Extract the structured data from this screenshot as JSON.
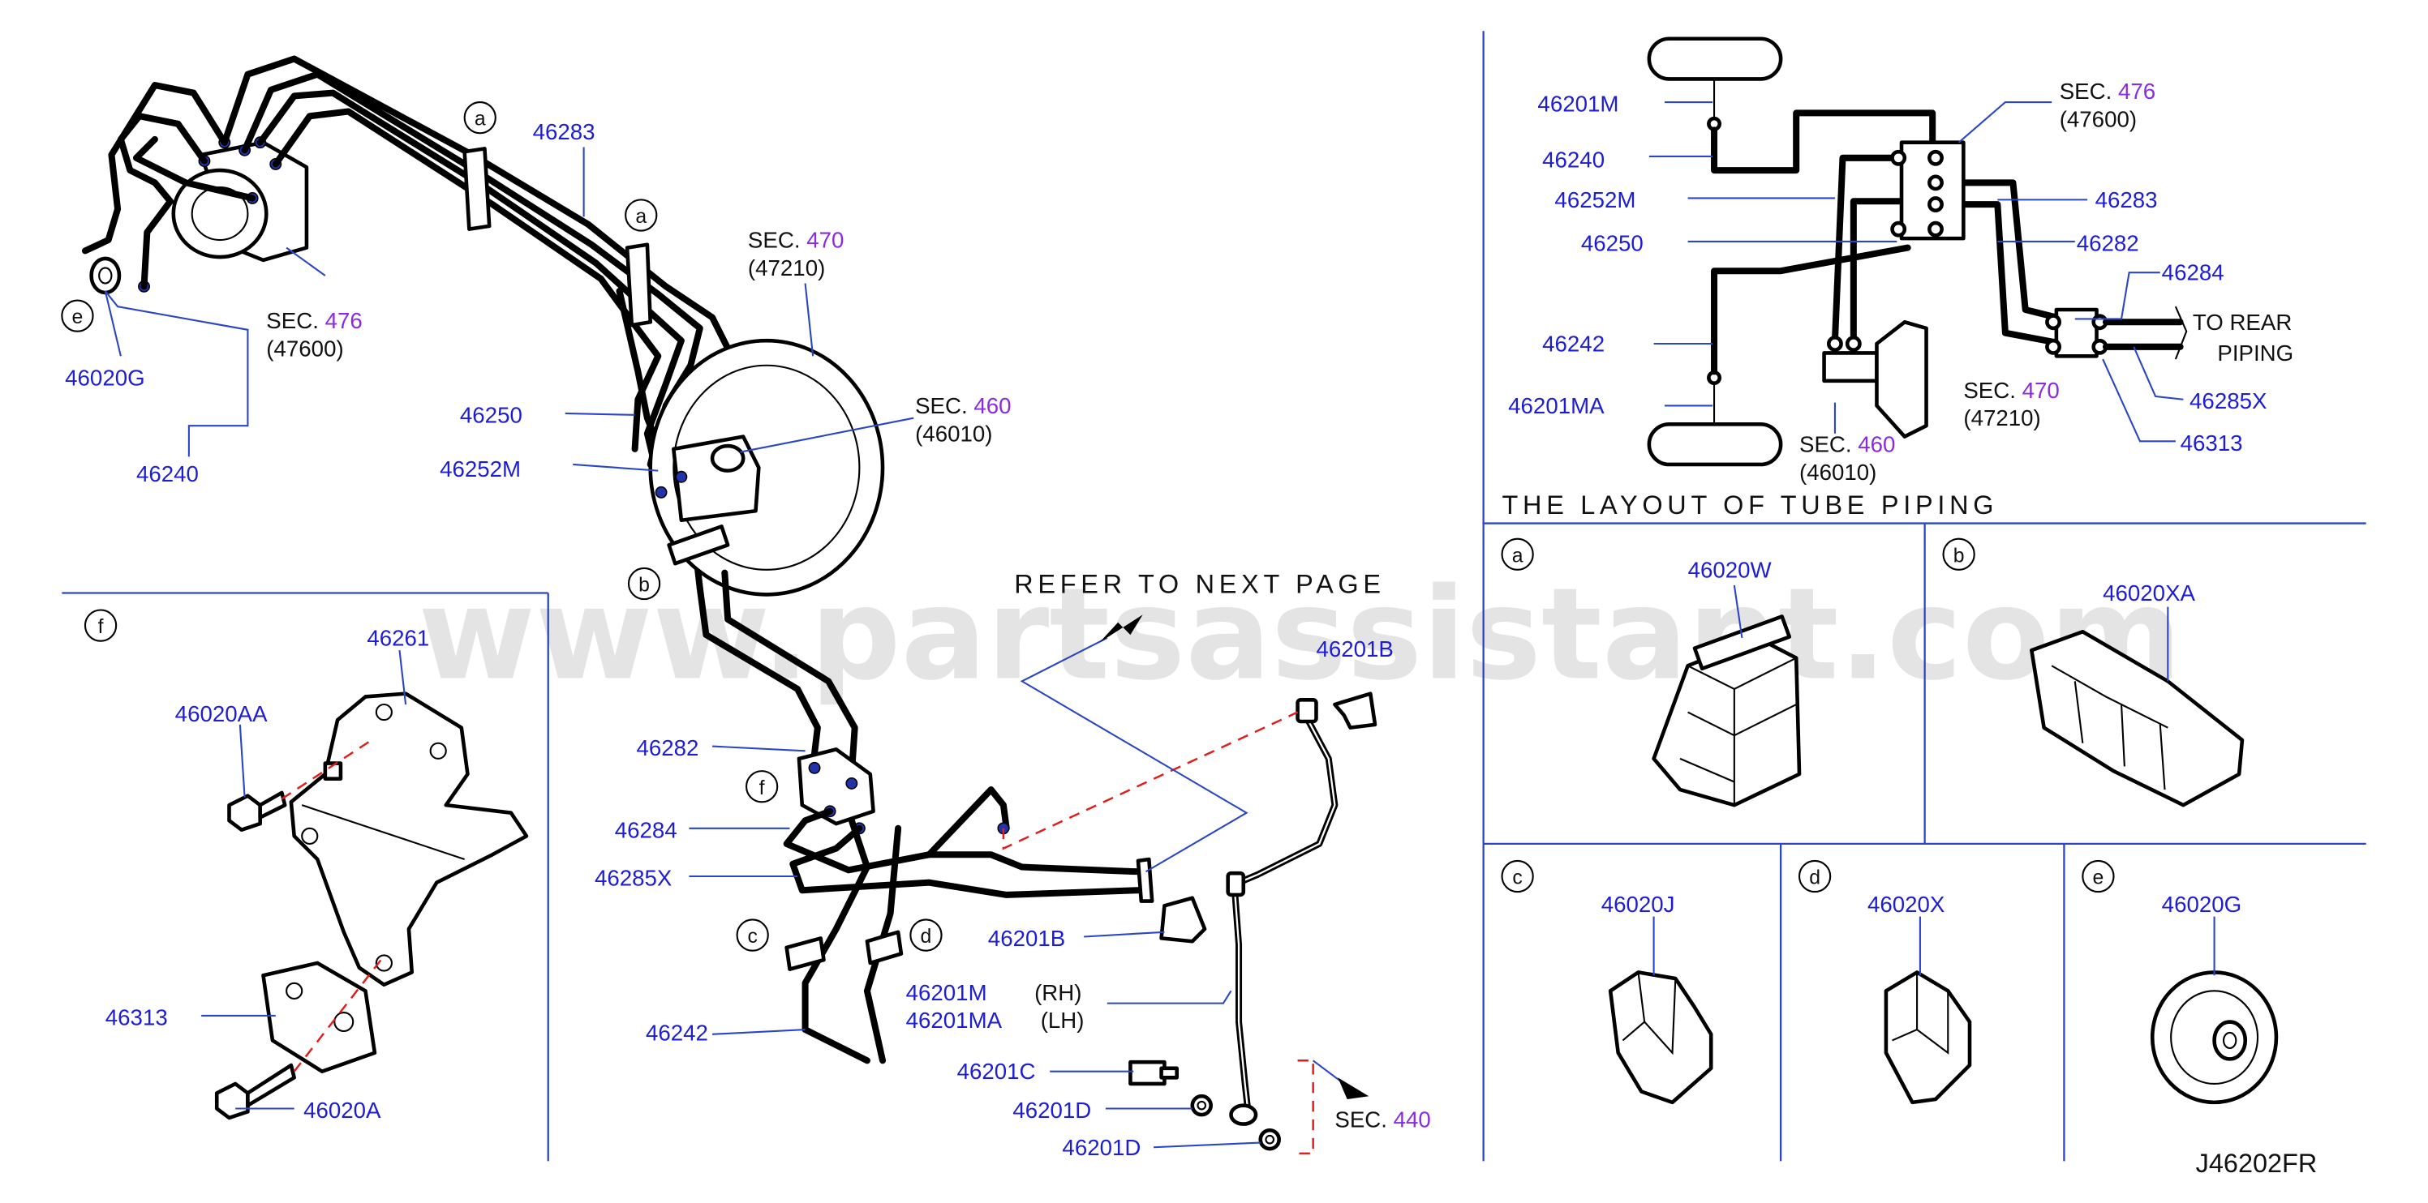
{
  "watermark": "www.partsassistant.com",
  "diagram_code": "J46202FR",
  "refer_note": "REFER TO NEXT PAGE",
  "layout_title": "THE LAYOUT OF TUBE PIPING",
  "sec_word": "SEC.",
  "main": {
    "sec476": {
      "num": "476",
      "code": "(47600)"
    },
    "sec470": {
      "num": "470",
      "code": "(47210)"
    },
    "sec460": {
      "num": "460",
      "code": "(46010)"
    },
    "sec440": {
      "num": "440"
    },
    "labels": {
      "p46283": "46283",
      "p46250": "46250",
      "p46252M": "46252M",
      "p46020G": "46020G",
      "p46240": "46240",
      "p46282": "46282",
      "p46284": "46284",
      "p46285X": "46285X",
      "p46242": "46242",
      "p46201B_a": "46201B",
      "p46201B_b": "46201B",
      "p46201M": "46201M",
      "p46201MA": "46201MA",
      "rh": "(RH)",
      "lh": "(LH)",
      "p46201C": "46201C",
      "p46201D_a": "46201D",
      "p46201D_b": "46201D"
    },
    "callouts": {
      "a1": "a",
      "a2": "a",
      "b": "b",
      "c": "c",
      "d": "d",
      "e": "e",
      "f": "f"
    }
  },
  "bracket_panel": {
    "callout": "f",
    "labels": {
      "p46261": "46261",
      "p46020AA": "46020AA",
      "p46313": "46313",
      "p46020A": "46020A"
    }
  },
  "layout_panel": {
    "labels": {
      "p46201M": "46201M",
      "p46240": "46240",
      "p46252M": "46252M",
      "p46250": "46250",
      "p46242": "46242",
      "p46201MA": "46201MA",
      "p46283": "46283",
      "p46282": "46282",
      "p46284": "46284",
      "p46285X": "46285X",
      "p46313": "46313"
    },
    "sec476": {
      "num": "476",
      "code": "(47600)"
    },
    "sec470": {
      "num": "470",
      "code": "(47210)"
    },
    "sec460": {
      "num": "460",
      "code": "(46010)"
    },
    "to_rear": "TO   REAR",
    "piping": "PIPING"
  },
  "clips": [
    {
      "callout": "a",
      "part": "46020W"
    },
    {
      "callout": "b",
      "part": "46020XA"
    },
    {
      "callout": "c",
      "part": "46020J"
    },
    {
      "callout": "d",
      "part": "46020X"
    },
    {
      "callout": "e",
      "part": "46020G"
    }
  ]
}
